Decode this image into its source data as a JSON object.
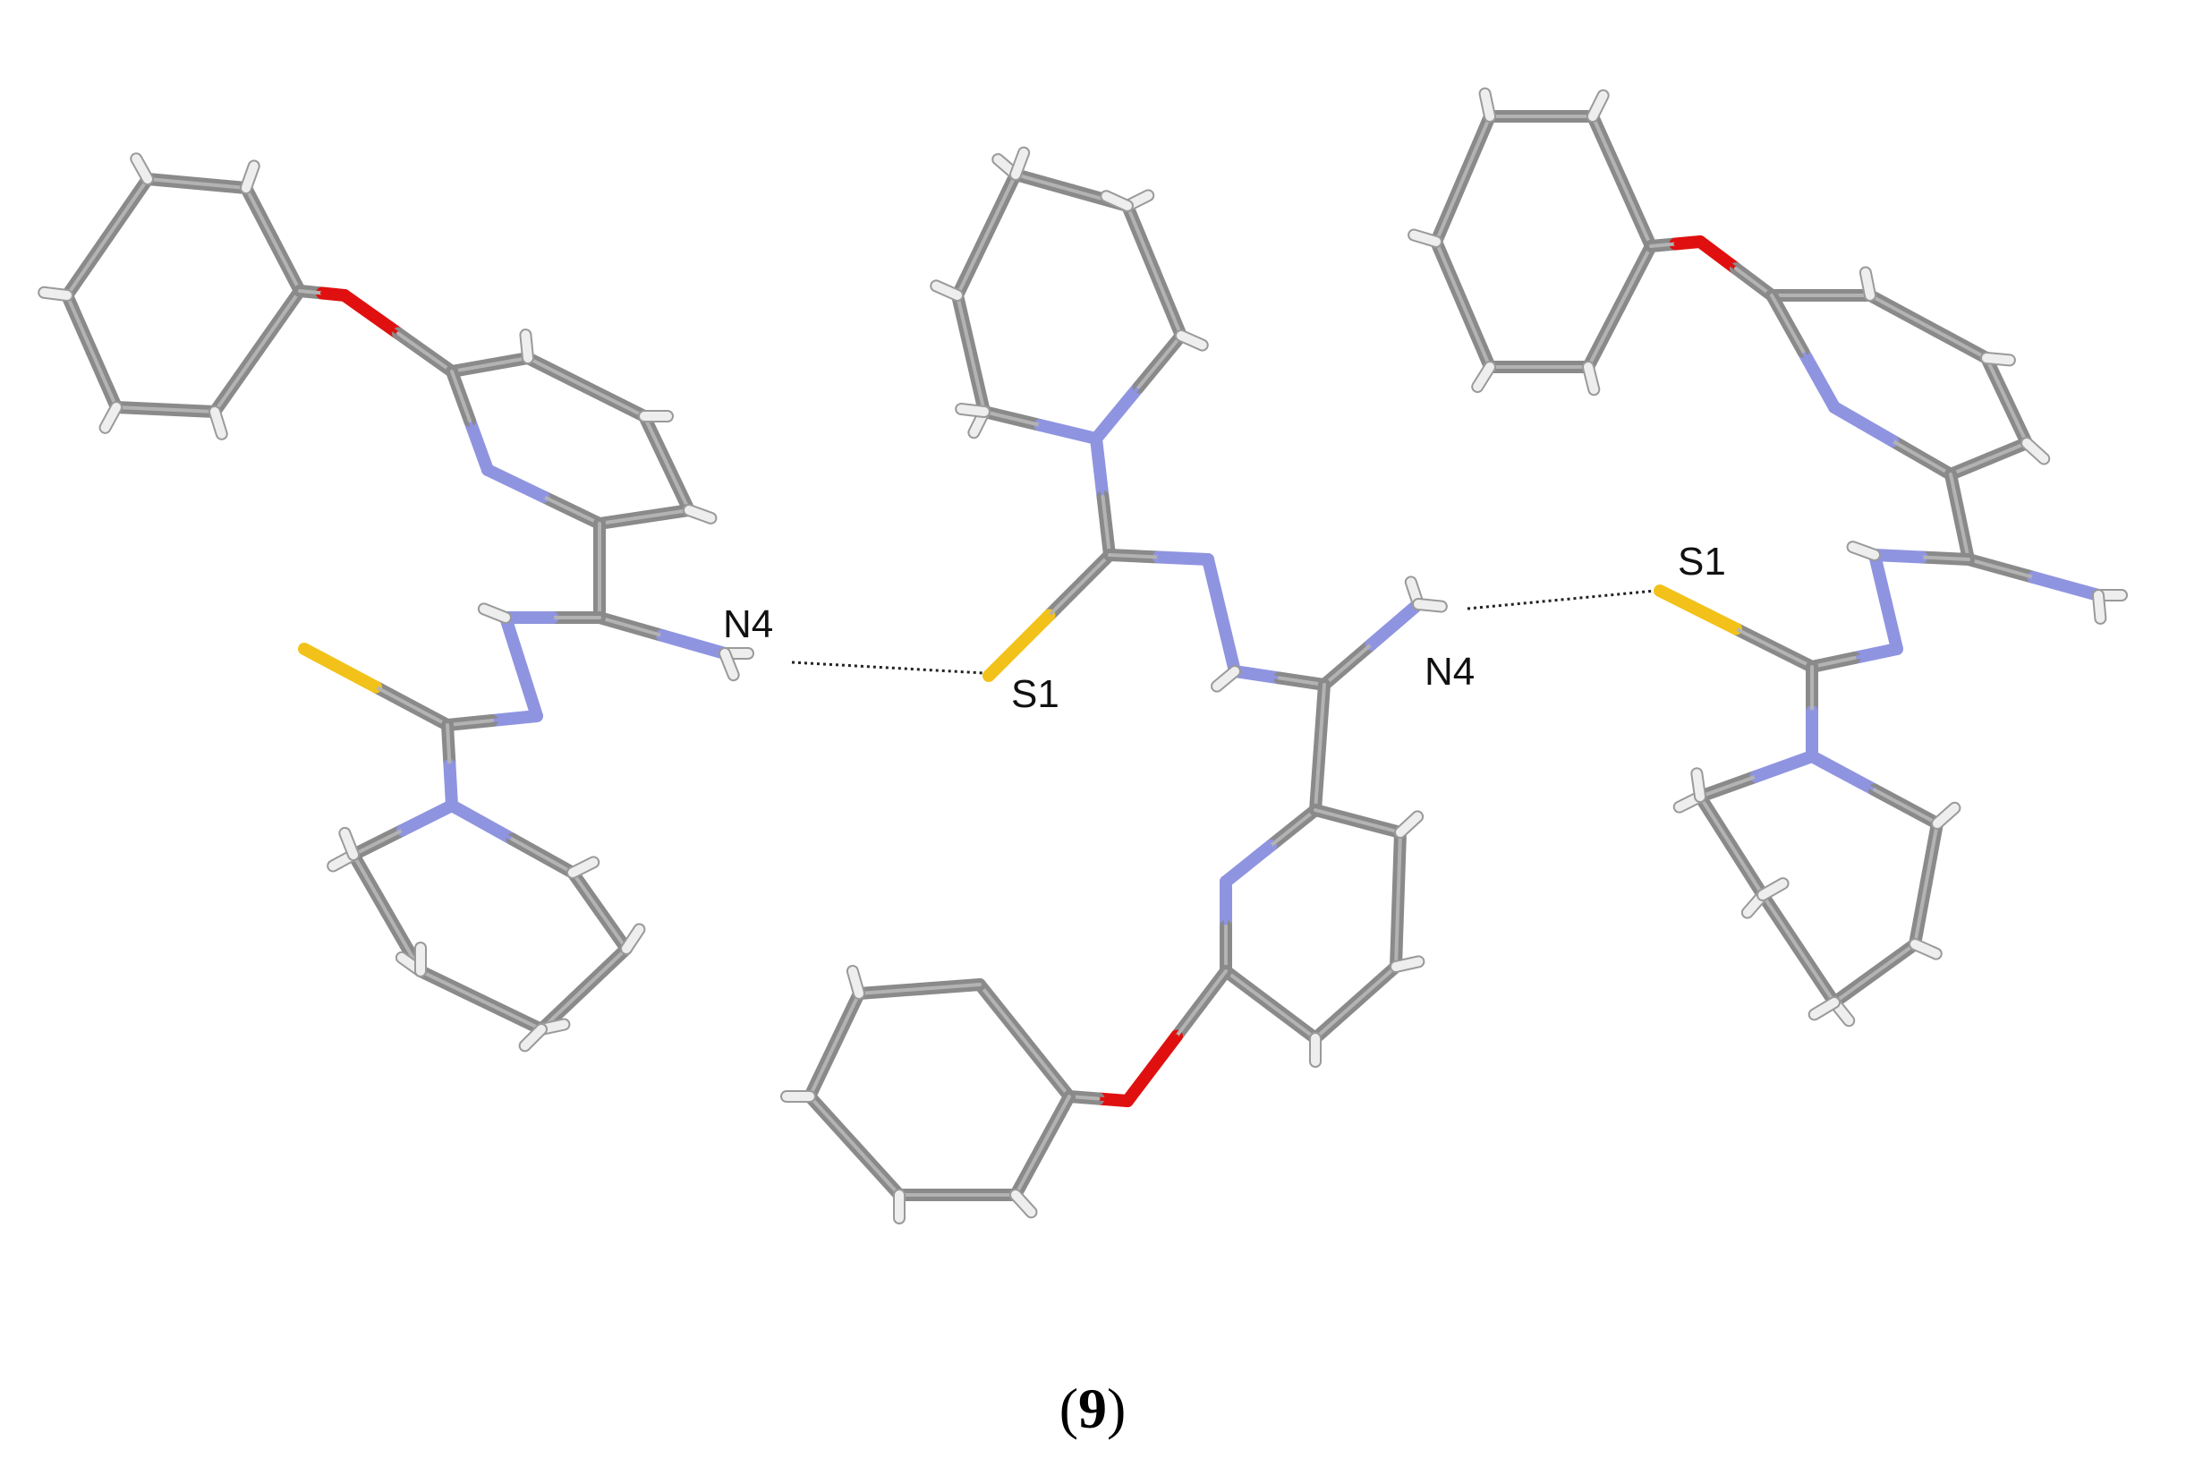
{
  "labels": {
    "n4_left": "N4",
    "s1_center": "S1",
    "n4_center": "N4",
    "s1_right": "S1"
  },
  "caption": {
    "open": "(",
    "number": "9",
    "close": ")"
  },
  "colors": {
    "carbon": "#8a8a8a",
    "carbon_highlight": "#b3b3b3",
    "nitrogen": "#8f94e0",
    "oxygen": "#e01010",
    "sulfur": "#f2c21a",
    "hydrogen": "#eeeeee",
    "hbond": "#222222"
  }
}
